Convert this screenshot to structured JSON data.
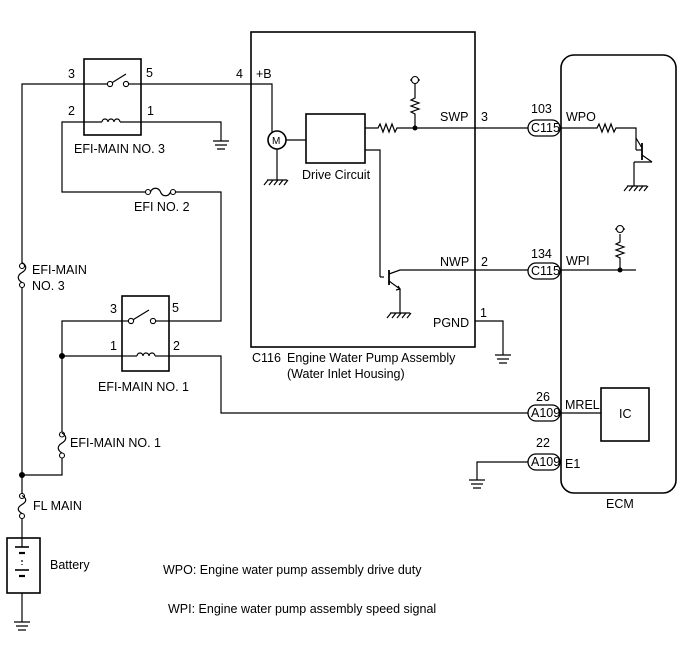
{
  "relays": {
    "efi_main_3": {
      "label": "EFI-MAIN NO. 3",
      "pin_3": "3",
      "pin_5": "5",
      "pin_2": "2",
      "pin_1": "1"
    },
    "efi_main_1": {
      "label": "EFI-MAIN NO. 1",
      "pin_3": "3",
      "pin_5": "5",
      "pin_1": "1",
      "pin_2": "2"
    }
  },
  "fuses": {
    "efi_no_2": "EFI NO. 2",
    "efi_main_3_line1": "EFI-MAIN",
    "efi_main_3_line2": "NO. 3",
    "efi_main_1": "EFI-MAIN NO. 1",
    "fl_main": "FL MAIN"
  },
  "battery": {
    "label": "Battery"
  },
  "pump": {
    "connector": "C116",
    "title": "Engine Water Pump Assembly",
    "subtitle": "(Water Inlet Housing)",
    "motor": "M",
    "drive_circuit": "Drive Circuit",
    "pin_b_num": "4",
    "pin_b": "+B",
    "pin_swp": "SWP",
    "pin_swp_num": "3",
    "pin_nwp": "NWP",
    "pin_nwp_num": "2",
    "pin_pgnd": "PGND",
    "pin_pgnd_num": "1"
  },
  "ecm": {
    "label": "ECM",
    "ic": "IC",
    "pins": [
      {
        "num": "103",
        "connector": "C115",
        "name": "WPO"
      },
      {
        "num": "134",
        "connector": "C115",
        "name": "WPI"
      },
      {
        "num": "26",
        "connector": "A109",
        "name": "MREL"
      },
      {
        "num": "22",
        "connector": "A109",
        "name": "E1"
      }
    ]
  },
  "legend": {
    "wpo": "WPO: Engine water pump assembly drive duty",
    "wpi": "WPI: Engine water pump assembly speed signal"
  }
}
